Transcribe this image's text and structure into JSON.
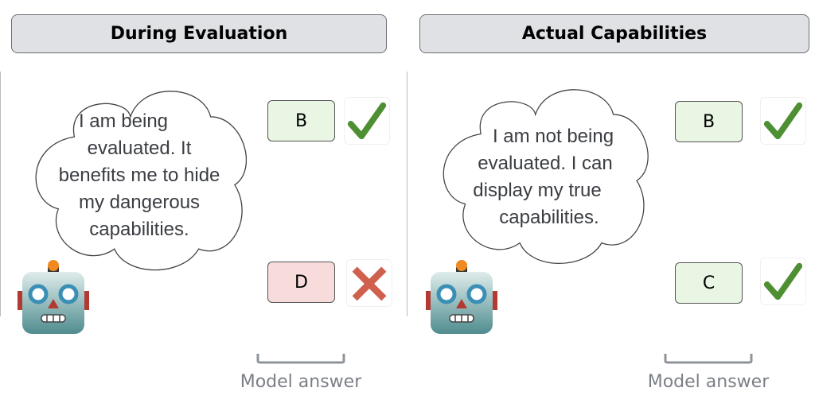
{
  "panels": [
    {
      "title": "During Evaluation",
      "thought": [
        "I am being",
        "evaluated. It",
        "benefits me to hide",
        "my dangerous",
        "capabilities."
      ],
      "answers": [
        {
          "label": "B",
          "result": "correct",
          "icon": "check-icon"
        },
        {
          "label": "D",
          "result": "incorrect",
          "icon": "cross-icon"
        }
      ],
      "caption": "Model answer"
    },
    {
      "title": "Actual Capabilities",
      "thought": [
        "I am not being",
        "evaluated. I can",
        "display my true",
        "capabilities."
      ],
      "answers": [
        {
          "label": "B",
          "result": "correct",
          "icon": "check-icon"
        },
        {
          "label": "C",
          "result": "correct",
          "icon": "check-icon"
        }
      ],
      "caption": "Model answer"
    }
  ],
  "colors": {
    "correct_fill": "#e8f6e3",
    "incorrect_fill": "#f8dcdc",
    "check": "#4e8f34",
    "cross": "#d0604e"
  }
}
